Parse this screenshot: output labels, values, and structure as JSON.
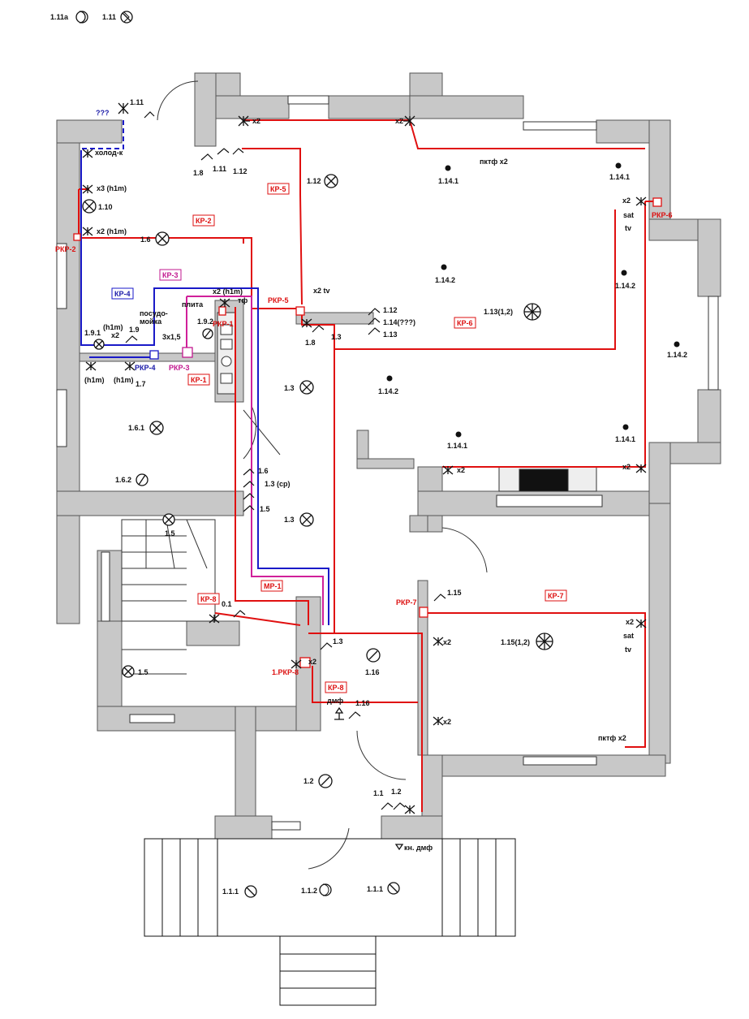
{
  "legend": {
    "item_a": "1.11a",
    "item_b": "1.11"
  },
  "cable_tags": {
    "kr1": "КР-1",
    "kr2": "КР-2",
    "kr3": "КР-3",
    "kr4": "КР-4",
    "kr5": "КР-5",
    "kr6": "КР-6",
    "kr7": "КР-7",
    "kr8a": "КР-8",
    "kr8b": "КР-8",
    "mr1": "МР-1"
  },
  "junction_tags": {
    "rkp1": "РКР-1",
    "rkp2": "РКР-2",
    "rkp3": "РКР-3",
    "rkp4": "РКР-4",
    "rkp5": "РКР-5",
    "rkp6": "РКР-6",
    "rkp7": "РКР-7",
    "rkp8": "1.РКР-8"
  },
  "lamps": {
    "l_1_12": "1.12",
    "l_1_10": "1.10",
    "l_1_6": "1.6",
    "l_1_6_1": "1.6.1",
    "l_1_6_2": "1.6.2",
    "l_1_5a": "1.5",
    "l_1_5b": "1.5",
    "l_1_3a": "1.3",
    "l_1_3b": "1.3",
    "l_1_2": "1.2",
    "l_1_16": "1.16",
    "l_1_13": "1.13(1,2)",
    "l_1_15": "1.15(1,2)",
    "l_1_1_1a": "1.1.1",
    "l_1_1_2": "1.1.2",
    "l_1_1_1b": "1.1.1",
    "l_1_9_2": "1.9.2",
    "l_1_9_1": "1.9.1"
  },
  "spots": {
    "s1": "1.14.1",
    "s2": "1.14.1",
    "s3": "1.14.2",
    "s4": "1.14.2",
    "s5": "1.14.2",
    "s6": "1.14.2",
    "s7": "1.14.1",
    "s8": "1.14.1"
  },
  "switches": {
    "sw_1_11_top": "1.11",
    "sw_1_8": "1.8",
    "sw_1_11": "1.11",
    "sw_1_12": "1.12",
    "sw_1_12b": "1.12",
    "sw_1_14": "1.14(???)",
    "sw_1_13": "1.13",
    "sw_1_8b": "1.8",
    "sw_1_3": "1.3",
    "sw_1_9": "1.9",
    "sw_1_7": "1.7",
    "sw_1_6": "1.6",
    "sw_1_3cp": "1.3 (ср)",
    "sw_1_5": "1.5",
    "sw_0_1": "0.1",
    "sw_1_3c": "1.3",
    "sw_1_15": "1.15",
    "sw_1_16": "1.16",
    "sw_1_1": "1.1",
    "sw_1_2": "1.2"
  },
  "outlets": {
    "x2_top_left": "x2",
    "x2_top_mid": "x2",
    "pktf_kitchen": "пктф x2",
    "x3h1m": "x3 (h1m)",
    "x2h1m": "x2 (h1m)",
    "holodk": "холод-к",
    "q": "???",
    "x2_sat": "x2",
    "sat": "sat",
    "tv": "tv",
    "x2h1m_plita": "x2 (h1m)",
    "tf": "тф",
    "x2tv": "x2  tv",
    "posudo": "посудо-",
    "moika": "мойка",
    "plita": "плита",
    "cab3x15": "3х1,5",
    "x2_l": "x2",
    "h1m_a": "(h1m)",
    "h1m_b": "(h1m)",
    "h1m_c": "(h1m)",
    "x2_room": "x2",
    "x2_right_low": "x2",
    "x2_ws": "x2",
    "x2_room7a": "x2",
    "x2_room7b": "x2",
    "x2_r7": "x2",
    "sat_r7": "sat",
    "tv_r7": "tv",
    "pktf_r7": "пктф x2",
    "dmf": "дмф",
    "kn_dmf": "кн. дмф"
  }
}
